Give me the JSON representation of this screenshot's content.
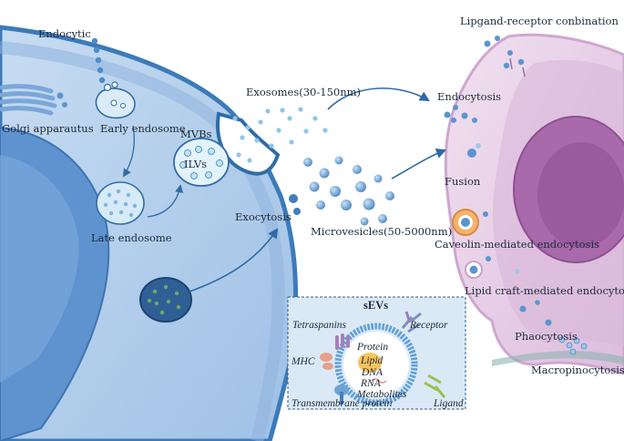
{
  "labels": {
    "endocytic": "Endocytic",
    "golgi": "Golgi apparautus",
    "early_endosome": "Early endosome",
    "mvbs": "MVBs",
    "ilvs": "ILVs",
    "late_endosome": "Late endosome",
    "exosomes": "Exosomes(30-150nm)",
    "exocytosis": "Exocytosis",
    "microvesicles": "Microvesicles(50-5000nm)",
    "ligand_receptor": "Lipgand-receptor conbination",
    "endocytosis": "Endocytosis",
    "fusion": "Fusion",
    "caveolin": "Caveolin-mediated endocytosis",
    "lipid_raft": "Lipid craft-mediated endocytosis",
    "phagocytosis": "Phaocytosis",
    "macropinocytosis": "Macropinocytosis"
  },
  "sevs": {
    "title": "sEVs",
    "tetraspanins": "Tetraspanins",
    "receptor": "Receptor",
    "mhc": "MHC",
    "protein": "Protein",
    "lipid": "Lipid",
    "dna": "DNA",
    "rna": "RNA",
    "metabolites": "Metabolites",
    "ellipsis": "......",
    "transmembrane": "Transmembrane protein",
    "ligand": "Ligand"
  },
  "colors": {
    "cell_fill": "#b9d3ee",
    "cell_edge": "#2f6da8",
    "nucleus": "#5a8fcc",
    "vesicle": "#5b95cf",
    "vesicle_light": "#9ec8ea",
    "target_cell": "#e6cde6",
    "target_nucleus": "#b676b6",
    "arrow": "#2e6aa5"
  }
}
